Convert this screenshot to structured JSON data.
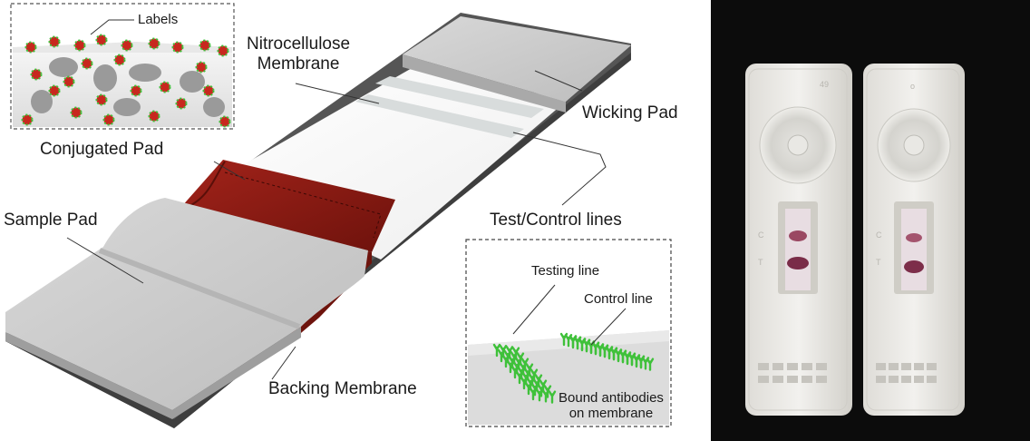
{
  "diagram": {
    "labels": {
      "labels_callout": "Labels",
      "nitrocellulose_line1": "Nitrocellulose",
      "nitrocellulose_line2": "Membrane",
      "wicking_pad": "Wicking Pad",
      "conjugated_pad": "Conjugated Pad",
      "sample_pad": "Sample Pad",
      "test_control_lines": "Test/Control lines",
      "backing_membrane": "Backing Membrane",
      "testing_line": "Testing line",
      "control_line": "Control line",
      "bound_line1": "Bound antibodies",
      "bound_line2": "on membrane"
    },
    "colors": {
      "pad_gray": "#c9c9c9",
      "conjugate_red": "#8b1a12",
      "antibody_green": "#3fc13a",
      "label_red": "#c8281e",
      "photo_background": "#0c0c0c"
    }
  },
  "photo": {
    "cassette_marks_left": {
      "top_mark": "49",
      "line_c": "C",
      "line_t": "T"
    },
    "cassette_marks_right": {
      "top_mark": "o",
      "line_c": "C",
      "line_t": "T"
    }
  }
}
